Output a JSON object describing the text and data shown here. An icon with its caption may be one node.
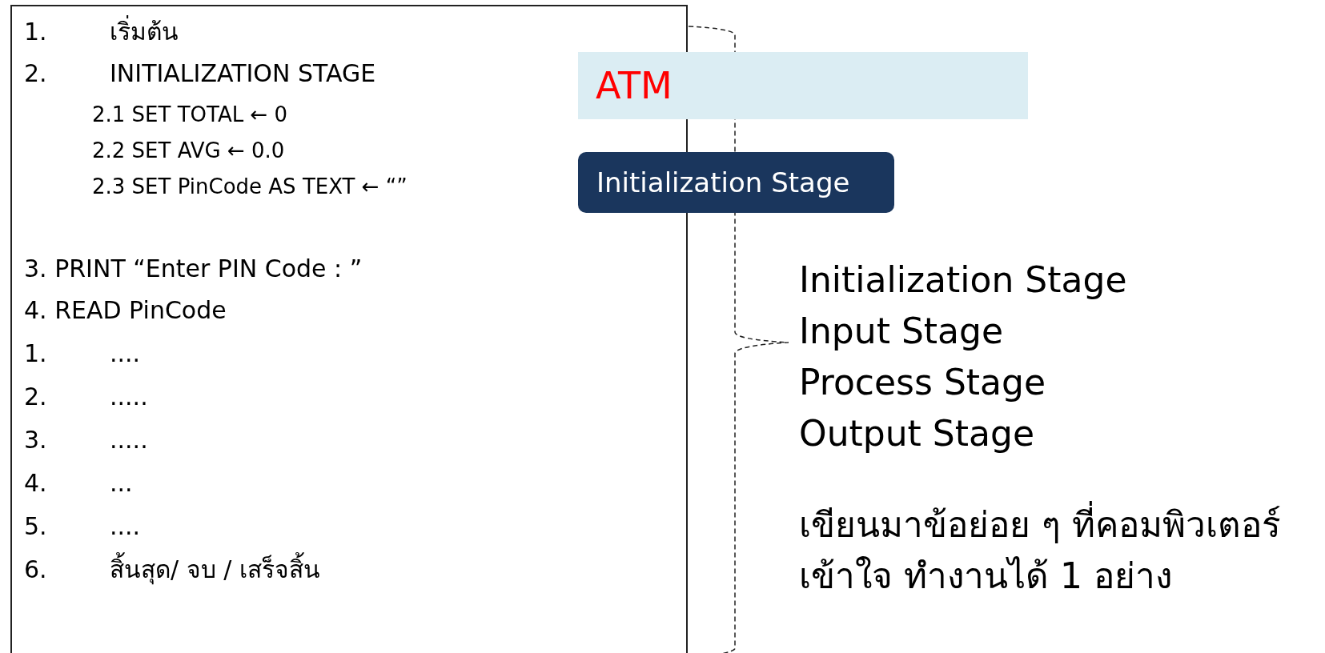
{
  "diagram": {
    "nodes": [
      {
        "text": [
          "1. เริ่มต้น",
          "2. INITIALIZATION STAGE",
          "2.1 SET TOTAL ← 0",
          "2.2 SET AVG ← 0.0",
          "2.3 SET PinCode AS TEXT ← “”",
          "3. PRINT “Enter PIN Code : ”",
          "4. READ PinCode",
          "1. ....",
          "2. .....",
          "3. .....",
          "4. ...",
          "5. ....",
          "6. สิ้นสุด/ จบ / เสร็จสิ้น"
        ]
      },
      {
        "text": [
          "ATM"
        ]
      },
      {
        "text": [
          "Initialization Stage"
        ]
      }
    ],
    "labels": [
      "Initialization Stage",
      "Input Stage",
      "Process Stage",
      "Output Stage",
      "เขียนมาข้อย่อย ๆ ที่คอมพิวเตอร์เข้าใจ ทำงานได้ 1 อย่าง"
    ]
  }
}
